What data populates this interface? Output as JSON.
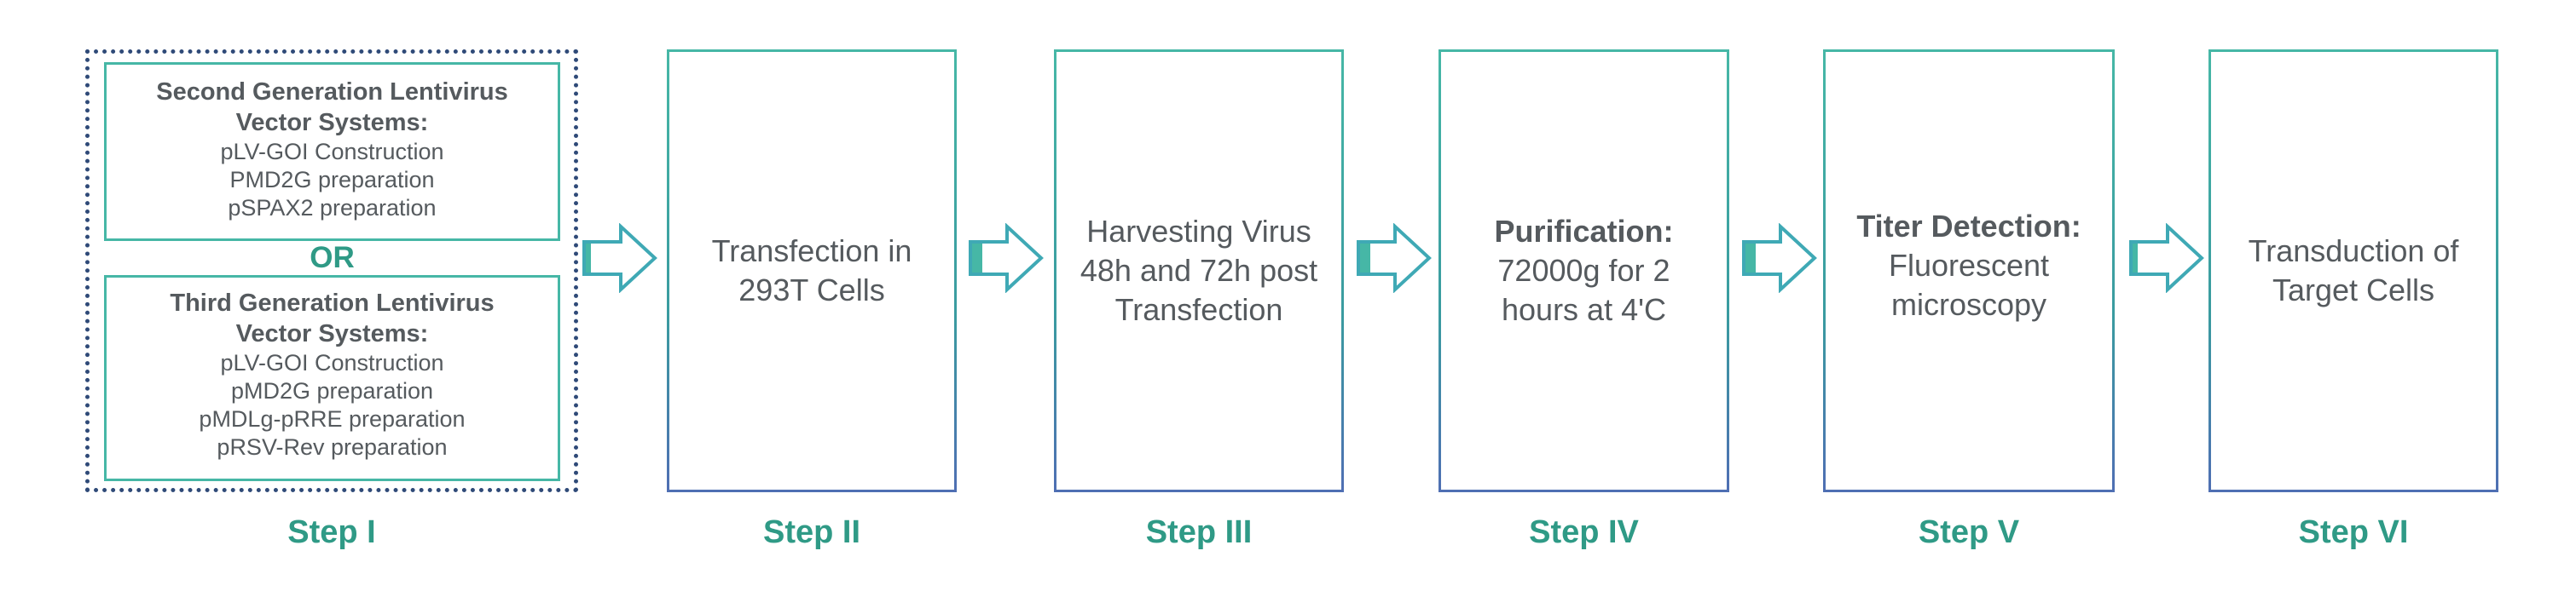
{
  "step1": {
    "gen2_title": [
      "Second Generation Lentivirus",
      "Vector Systems:"
    ],
    "gen2_items": [
      "pLV-GOI Construction",
      "PMD2G preparation",
      "pSPAX2 preparation"
    ],
    "or_label": "OR",
    "gen3_title": [
      "Third Generation Lentivirus",
      "Vector Systems:"
    ],
    "gen3_items": [
      "pLV-GOI Construction",
      "pMD2G preparation",
      "pMDLg-pRRE preparation",
      "pRSV-Rev preparation"
    ]
  },
  "steps": [
    {
      "bold": "",
      "lines": [
        "Transfection in",
        "293T Cells"
      ]
    },
    {
      "bold": "",
      "lines": [
        "Harvesting Virus",
        "48h and 72h post",
        "Transfection"
      ]
    },
    {
      "bold": "Purification:",
      "lines": [
        "72000g for 2",
        "hours at 4'C"
      ]
    },
    {
      "bold": "Titer Detection:",
      "lines": [
        "Fluorescent",
        "microscopy"
      ]
    },
    {
      "bold": "",
      "lines": [
        "Transduction of",
        "Target Cells"
      ]
    }
  ],
  "labels": [
    "Step I",
    "Step II",
    "Step III",
    "Step IV",
    "Step V",
    "Step VI"
  ],
  "colors": {
    "teal": "#46b7a6",
    "label_teal": "#2f9a86",
    "navy_dotted": "#2f4a78",
    "text_gray": "#555a5e",
    "arrow_stroke": "#3fa9b5"
  },
  "icons": {
    "arrow": "block-arrow-right-icon"
  }
}
